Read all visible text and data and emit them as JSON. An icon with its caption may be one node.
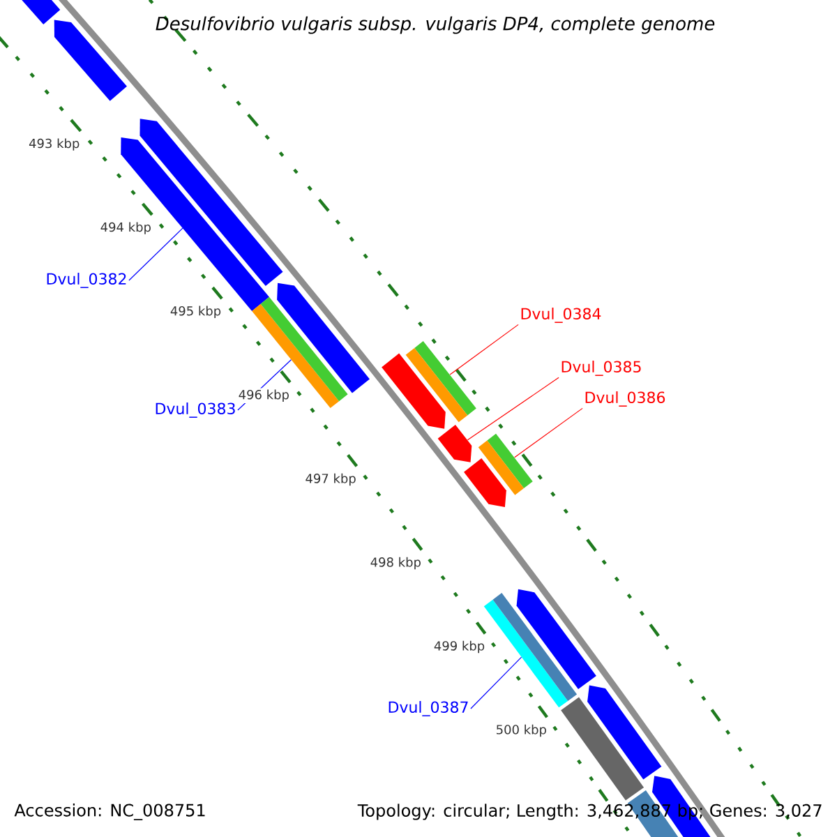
{
  "diagram": {
    "title": "Desulfovibrio vulgaris subsp. vulgaris DP4, complete genome",
    "nodes": [
      {
        "text": [
          "Dvul_0382"
        ]
      },
      {
        "text": [],
        "shape": "bar"
      },
      {
        "text": [
          "Dvul_0383"
        ]
      },
      {
        "text": [],
        "shape": "bar"
      },
      {
        "text": [
          "Dvul_0384"
        ]
      },
      {
        "text": [],
        "shape": "bar"
      },
      {
        "text": [
          "Dvul_0385"
        ]
      },
      {
        "text": [],
        "shape": "bar"
      },
      {
        "text": [
          "Dvul_0386"
        ]
      },
      {
        "text": [],
        "shape": "bar"
      },
      {
        "text": [
          "Dvul_0387"
        ]
      },
      {
        "text": [],
        "shape": "bar"
      },
      {
        "text": [],
        "shape": "bar"
      },
      {
        "text": [],
        "shape": "bar"
      },
      {
        "text": [],
        "shape": "bar"
      },
      {
        "text": [],
        "shape": "bar"
      },
      {
        "text": [],
        "shape": "bar"
      },
      {
        "text": [],
        "shape": "bar"
      },
      {
        "text": [],
        "shape": "bar"
      },
      {
        "text": [],
        "shape": "bar"
      },
      {
        "text": [],
        "shape": "bar"
      },
      {
        "text": [],
        "shape": "bar"
      },
      {
        "text": [],
        "shape": "bar"
      },
      {
        "text": [],
        "shape": "bar"
      },
      {
        "text": [],
        "shape": "bar"
      },
      {
        "text": [],
        "shape": "bar"
      },
      {
        "text": [],
        "shape": "bar"
      }
    ],
    "edges": [
      {
        "from": 0,
        "to": 1,
        "arrow": "none"
      },
      {
        "from": 2,
        "to": 3,
        "arrow": "none"
      },
      {
        "from": 4,
        "to": 5,
        "arrow": "none",
        "color": "#ff0000"
      },
      {
        "from": 6,
        "to": 7,
        "arrow": "none",
        "color": "#ff0000"
      },
      {
        "from": 8,
        "to": 9,
        "arrow": "none",
        "color": "#ff0000"
      },
      {
        "from": 10,
        "to": 11,
        "arrow": "none"
      }
    ],
    "labels": [
      "493 kbp",
      "494 kbp",
      "495 kbp",
      "496 kbp",
      "497 kbp",
      "498 kbp",
      "499 kbp",
      "500 kbp",
      "Accession: NC_008751",
      "Topology: circular; Length: 3,462,887 bp; Genes: 3,027"
    ]
  }
}
